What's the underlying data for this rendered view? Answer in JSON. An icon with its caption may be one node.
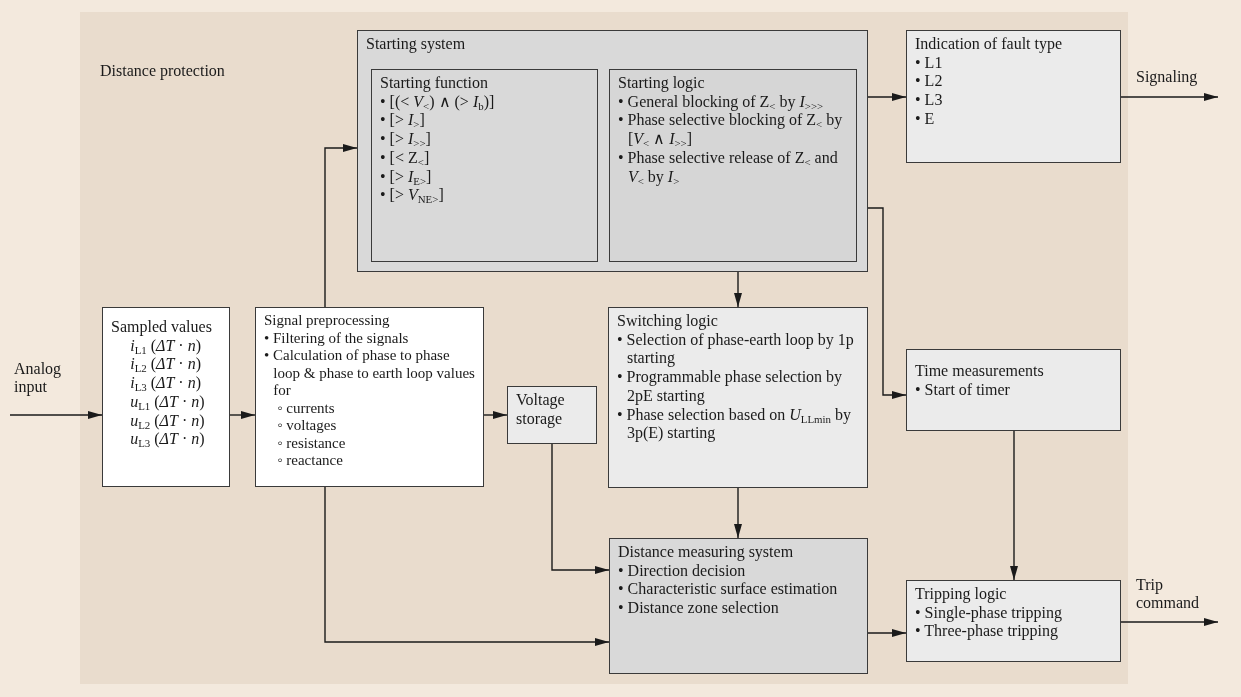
{
  "diagram": {
    "nodes": [
      {
        "text": [
          "Distance protection"
        ]
      },
      {
        "text": [
          "Starting system"
        ],
        "in": 0
      },
      {
        "text": [
          "Starting function",
          "• [(< *V*$_{<}$) ∧ (> *I*$_{b}$)]",
          "• [> *I*$_{>}$]",
          "• [> *I*$_{>>}$]",
          "• [< Z$_{<}$]",
          "• [> *I*$_{E>}$]",
          "• [> *V*$_{NE>}$]"
        ],
        "in": 1
      },
      {
        "text": [
          "Starting logic",
          "• General blocking of Z$_{<}$ by *I*$_{>>>}$",
          "• Phase selective blocking of Z$_{<}$ by [*V*$_{<}$ ∧ *I*$_{>>}$]",
          "• Phase selective release of Z$_{<}$ and *V*$_{<}$ by *I*$_{>}$"
        ],
        "in": 1
      },
      {
        "text": [
          "Indication of fault type",
          "• L1",
          "• L2",
          "• L3",
          "• E"
        ],
        "in": 0
      },
      {
        "text": [
          "Sampled values",
          "*i*$_{L1}$ (*ΔT* · *n*)",
          "*i*$_{L2}$ (*ΔT* · *n*)",
          "*i*$_{L3}$ (*ΔT* · *n*)",
          "*u*$_{L1}$ (*ΔT* · *n*)",
          "*u*$_{L2}$ (*ΔT* · *n*)",
          "*u*$_{L3}$ (*ΔT* · *n*)"
        ],
        "in": 0
      },
      {
        "text": [
          "Signal preprocessing",
          "• Filtering of the signals",
          "• Calculation of phase to phase loop & phase to earth loop values for",
          "◦ currents",
          "◦ voltages",
          "◦ resistance",
          "◦ reactance"
        ],
        "in": 0
      },
      {
        "text": [
          "Voltage storage"
        ],
        "in": 0
      },
      {
        "text": [
          "Switching logic",
          "• Selection of phase-earth loop by 1p starting",
          "• Programmable phase selection by 2pE starting",
          "• Phase selection based on *U*$_{LLmin}$ by 3p(E) starting"
        ],
        "in": 0
      },
      {
        "text": [
          "Time measurements",
          "• Start of timer"
        ],
        "in": 0
      },
      {
        "text": [
          "Distance measuring system",
          "• Direction decision",
          "• Characteristic surface estimation",
          "• Distance zone selection"
        ],
        "in": 0
      },
      {
        "text": [
          "Tripping logic",
          "• Single-phase tripping",
          "• Three-phase tripping"
        ],
        "in": 0
      }
    ],
    "edges": [
      {
        "from": null,
        "to": 5,
        "arrow": "to",
        "label": "Analog input"
      },
      {
        "from": 5,
        "to": 6,
        "arrow": "to"
      },
      {
        "from": 6,
        "to": 7,
        "arrow": "to"
      },
      {
        "from": 6,
        "to": 1,
        "arrow": "to"
      },
      {
        "from": 1,
        "to": 4,
        "arrow": "to"
      },
      {
        "from": 1,
        "to": 9,
        "arrow": "to"
      },
      {
        "from": 1,
        "to": 8,
        "arrow": "to"
      },
      {
        "from": 8,
        "to": 10,
        "arrow": "to"
      },
      {
        "from": 7,
        "to": 10,
        "arrow": "to"
      },
      {
        "from": 6,
        "to": 10,
        "arrow": "to"
      },
      {
        "from": 9,
        "to": 11,
        "arrow": "to"
      },
      {
        "from": 10,
        "to": 11,
        "arrow": "to"
      },
      {
        "from": 4,
        "to": null,
        "arrow": "to",
        "label": "Signaling"
      },
      {
        "from": 11,
        "to": null,
        "arrow": "to",
        "label": "Trip command"
      }
    ]
  }
}
